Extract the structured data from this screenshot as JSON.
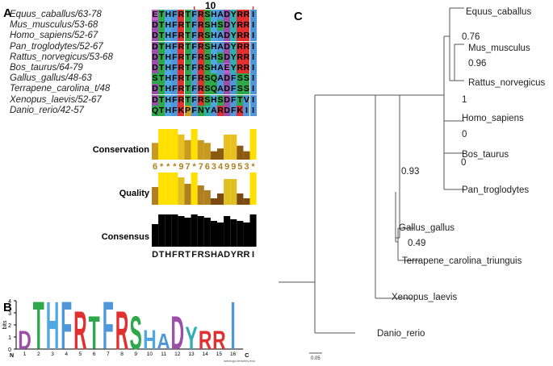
{
  "panels": {
    "A": "A",
    "B": "B",
    "C": "C"
  },
  "alignment": {
    "position_label": "10",
    "sequences": [
      {
        "name": "Equus_caballus/63-78",
        "seq": "ETHFRTFRSHADYRRI"
      },
      {
        "name": "Mus_musculus/53-68",
        "seq": "DTHFRTFRSHSDYRRI"
      },
      {
        "name": "Homo_sapiens/52-67",
        "seq": "DTHFRTFRSHADYRRI"
      },
      {
        "name": "Pan_troglodytes/52-67",
        "seq": "DTHFRTFRSHADYRRI"
      },
      {
        "name": "Rattus_norvegicus/53-68",
        "seq": "DTHFRTFRSHSDYRRI"
      },
      {
        "name": "Bos_taurus/64-79",
        "seq": "DTHFRTFRSHAEYRRI"
      },
      {
        "name": "Gallus_gallus/48-63",
        "seq": "STHFRTFRSQADFSSI"
      },
      {
        "name": "Terrapene_carolina_t/48",
        "seq": "DTHFRTFRSQADFSSI"
      },
      {
        "name": "Xenopus_laevis/52-67",
        "seq": "DTHFRTFRSHSDFTVI"
      },
      {
        "name": "Danio_rerio/42-57",
        "seq": "QTHFKPFNYARDFKII"
      }
    ],
    "conservation_label": "Conservation",
    "conservation_values": [
      6,
      11,
      11,
      11,
      9,
      7,
      11,
      7,
      6,
      3,
      4,
      9,
      9,
      5,
      3,
      11
    ],
    "conservation_text": "6***97*76349953*",
    "quality_label": "Quality",
    "quality_values": [
      0.55,
      1.0,
      1.0,
      1.0,
      0.85,
      0.65,
      1.0,
      0.6,
      0.45,
      0.2,
      0.35,
      0.8,
      0.8,
      0.35,
      0.2,
      1.0
    ],
    "consensus_label": "Consensus",
    "consensus_values": [
      0.7,
      1.0,
      1.0,
      1.0,
      0.95,
      0.9,
      1.0,
      0.95,
      0.9,
      0.8,
      0.75,
      0.95,
      0.85,
      0.8,
      0.75,
      1.0
    ],
    "consensus_seq": "DTHFRTFRSHADYRRI"
  },
  "logo": {
    "ylabel": "bits",
    "yticks": [
      "0",
      "1",
      "2",
      "3",
      "4"
    ],
    "n_label": "N",
    "c_label": "C",
    "positions": [
      "1",
      "2",
      "3",
      "4",
      "5",
      "6",
      "7",
      "8",
      "9",
      "10",
      "11",
      "12",
      "13",
      "14",
      "15",
      "16"
    ],
    "letters": [
      "D",
      "T",
      "H",
      "F",
      "R",
      "T",
      "F",
      "R",
      "S",
      "H",
      "A",
      "D",
      "Y",
      "R",
      "R",
      "I"
    ],
    "heights": [
      1.6,
      4.2,
      4.2,
      4.2,
      3.4,
      2.9,
      4.2,
      3.4,
      2.9,
      1.7,
      1.4,
      2.9,
      2.0,
      1.6,
      1.6,
      4.2
    ],
    "credit": "weblogo.berkeley.edu"
  },
  "tree": {
    "taxa": [
      "Equus_caballus",
      "Mus_musculus",
      "Rattus_norvegicus",
      "Homo_sapiens",
      "Bos_taurus",
      "Pan_troglodytes",
      "Gallus_gallus",
      "Terrapene_carolina_triunguis",
      "Xenopus_laevis",
      "Danio_rerio"
    ],
    "supports": [
      "0.76",
      "0.96",
      "1",
      "0",
      "0",
      "0.93",
      "0.49"
    ],
    "scale_label": "0.05"
  },
  "colors": {
    "D": "#9b4fa8",
    "E": "#c060c8",
    "T": "#2ea84a",
    "H": "#4fa8e0",
    "F": "#4f97d8",
    "R": "#e03030",
    "S": "#2ea84a",
    "A": "#4f97d8",
    "Y": "#2eb0b0",
    "I": "#4f97d8",
    "Q": "#2ea84a",
    "K": "#e03030",
    "P": "#d0a020",
    "N": "#2ea84a",
    "V": "#4f97d8"
  }
}
